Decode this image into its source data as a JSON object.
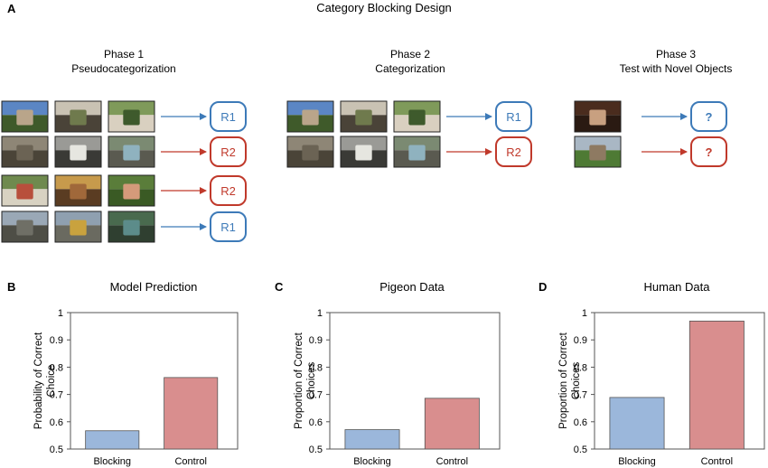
{
  "panel_a": {
    "letter": "A",
    "title": "Category Blocking Design",
    "phases": [
      {
        "title_line1": "Phase 1",
        "title_line2": "Pseudocategorization",
        "rows": [
          {
            "thumbs": [
              "boy-in-yard",
              "two-people-on-path",
              "person-in-garden"
            ],
            "response": "R1",
            "color": "#3d7ab8"
          },
          {
            "thumbs": [
              "empty-road",
              "white-car-house",
              "blue-car-street"
            ],
            "response": "R2",
            "color": "#c0392b"
          },
          {
            "thumbs": [
              "child-with-bike",
              "person-in-doorway",
              "woman-outdoors"
            ],
            "response": "R2",
            "color": "#c0392b"
          },
          {
            "thumbs": [
              "car-on-driveway",
              "yellow-car",
              "teal-car-closeup"
            ],
            "response": "R1",
            "color": "#3d7ab8"
          }
        ]
      },
      {
        "title_line1": "Phase 2",
        "title_line2": "Categorization",
        "rows": [
          {
            "thumbs": [
              "boy-in-yard",
              "two-people-on-path",
              "person-in-garden"
            ],
            "response": "R1",
            "color": "#3d7ab8"
          },
          {
            "thumbs": [
              "empty-road",
              "white-car-house",
              "blue-car-street"
            ],
            "response": "R2",
            "color": "#c0392b"
          }
        ]
      },
      {
        "title_line1": "Phase 3",
        "title_line2": "Test with Novel Objects",
        "rows": [
          {
            "thumbs": [
              "woman-indoors"
            ],
            "response": "?",
            "color": "#3d7ab8"
          },
          {
            "thumbs": [
              "house-and-lawn"
            ],
            "response": "?",
            "color": "#c0392b"
          }
        ]
      }
    ]
  },
  "chart_data": [
    {
      "letter": "B",
      "type": "bar",
      "title": "Model Prediction",
      "ylabel_line1": "Probability of Correct",
      "ylabel_line2": "Choice",
      "categories": [
        "Blocking",
        "Control"
      ],
      "values": [
        0.567,
        0.762
      ],
      "ylim": [
        0.5,
        1
      ],
      "yticks": [
        "0.5",
        "0.6",
        "0.7",
        "0.8",
        "0.9",
        "1"
      ],
      "colors": [
        "#9bb7db",
        "#d98e8e"
      ]
    },
    {
      "letter": "C",
      "type": "bar",
      "title": "Pigeon Data",
      "ylabel_line1": "Proportion of Correct",
      "ylabel_line2": "Choices",
      "categories": [
        "Blocking",
        "Control"
      ],
      "values": [
        0.571,
        0.686
      ],
      "ylim": [
        0.5,
        1
      ],
      "yticks": [
        "0.5",
        "0.6",
        "0.7",
        "0.8",
        "0.9",
        "1"
      ],
      "colors": [
        "#9bb7db",
        "#d98e8e"
      ]
    },
    {
      "letter": "D",
      "type": "bar",
      "title": "Human Data",
      "ylabel_line1": "Proportion of Correct",
      "ylabel_line2": "Choices",
      "categories": [
        "Blocking",
        "Control"
      ],
      "values": [
        0.689,
        0.969
      ],
      "ylim": [
        0.5,
        1
      ],
      "yticks": [
        "0.5",
        "0.6",
        "0.7",
        "0.8",
        "0.9",
        "1"
      ],
      "colors": [
        "#9bb7db",
        "#d98e8e"
      ]
    }
  ]
}
